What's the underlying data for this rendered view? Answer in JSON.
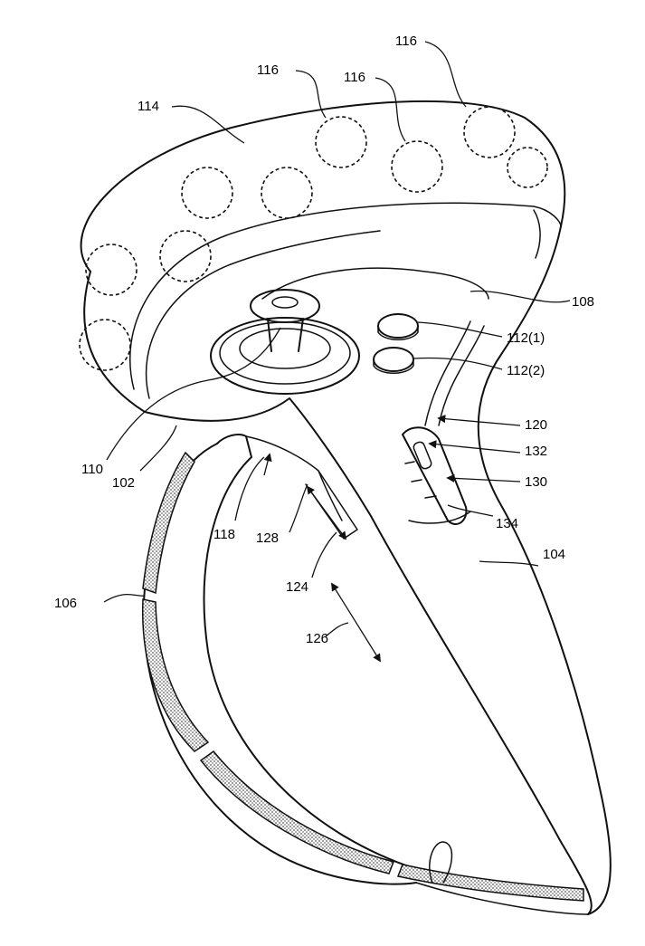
{
  "figure": {
    "labels": {
      "ring": "114",
      "sensor_a": "116",
      "sensor_b": "116",
      "sensor_c": "116",
      "top_surface": "108",
      "button_1": "112(1)",
      "button_2": "112(2)",
      "thumbstick": "110",
      "head": "102",
      "slot": "120",
      "slider": "132",
      "track": "130",
      "indicator": "134",
      "handle": "104",
      "trigger_edge": "118",
      "trigger_sensor": "128",
      "trigger": "124",
      "motion": "126",
      "grip_pads": "106"
    }
  }
}
